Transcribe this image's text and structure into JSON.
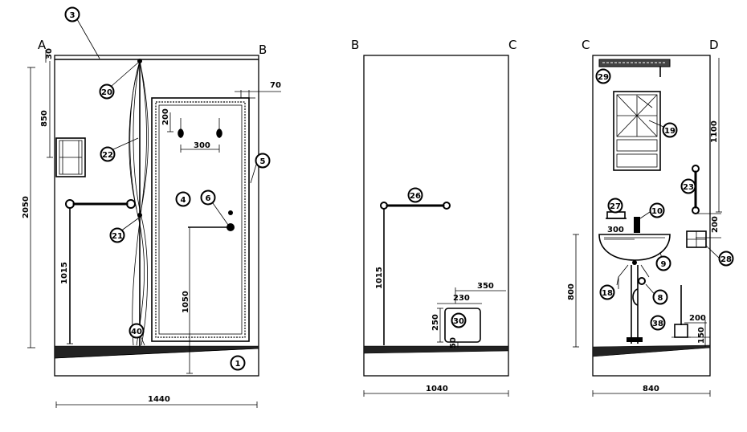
{
  "corners": [
    "A",
    "B",
    "B",
    "C",
    "C",
    "D"
  ],
  "dimensions": {
    "ab": {
      "top": "30",
      "upper": "850",
      "total_height": "2050",
      "bar_height": "1015",
      "hook_drop": "200",
      "hook_spacing": "300",
      "door_offset": "70",
      "handle_height": "1050",
      "width": "1440"
    },
    "bc": {
      "bar_height": "1015",
      "niche_offset": "350",
      "niche_width": "230",
      "niche_height": "250",
      "niche_base": "50",
      "width": "1040"
    },
    "cd": {
      "mirror_height": "1100",
      "rail_gap": "200",
      "basin_height": "800",
      "basin_width": "300",
      "brush_offset": "200",
      "brush_height": "150",
      "width": "840"
    }
  },
  "callouts": {
    "c1": "1",
    "c3": "3",
    "c4": "4",
    "c5": "5",
    "c6": "6",
    "c20": "20",
    "c21": "21",
    "c22": "22",
    "c40": "40",
    "c26": "26",
    "c30": "30",
    "c8": "8",
    "c9": "9",
    "c10": "10",
    "c18": "18",
    "c19": "19",
    "c23": "23",
    "c27": "27",
    "c28": "28",
    "c29": "29",
    "c38": "38"
  }
}
